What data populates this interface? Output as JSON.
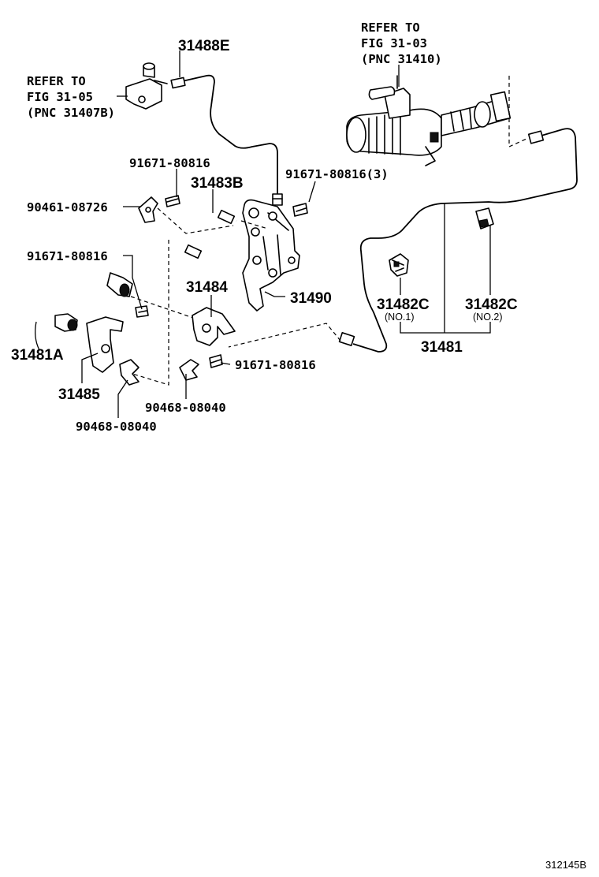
{
  "labels": {
    "p31488E": "31488E",
    "refer_left_1": "REFER TO",
    "refer_left_2": "FIG 31-05",
    "refer_left_3": "(PNC 31407B)",
    "refer_right_1": "REFER TO",
    "refer_right_2": "FIG 31-03",
    "refer_right_3": "(PNC 31410)",
    "bolt_a": "91671-80816",
    "p31483B": "31483B",
    "bolt_b": "91671-80816(3)",
    "p90461": "90461-08726",
    "bolt_c": "91671-80816",
    "p31484": "31484",
    "p31490": "31490",
    "p31481A": "31481A",
    "p31485": "31485",
    "bolt_d": "91671-80816",
    "clip_a": "90468-08040",
    "clip_b": "90468-08040",
    "p31482C_1": "31482C",
    "no1": "(NO.1)",
    "p31482C_2": "31482C",
    "no2": "(NO.2)",
    "p31481": "31481",
    "figure_id": "312145B"
  }
}
